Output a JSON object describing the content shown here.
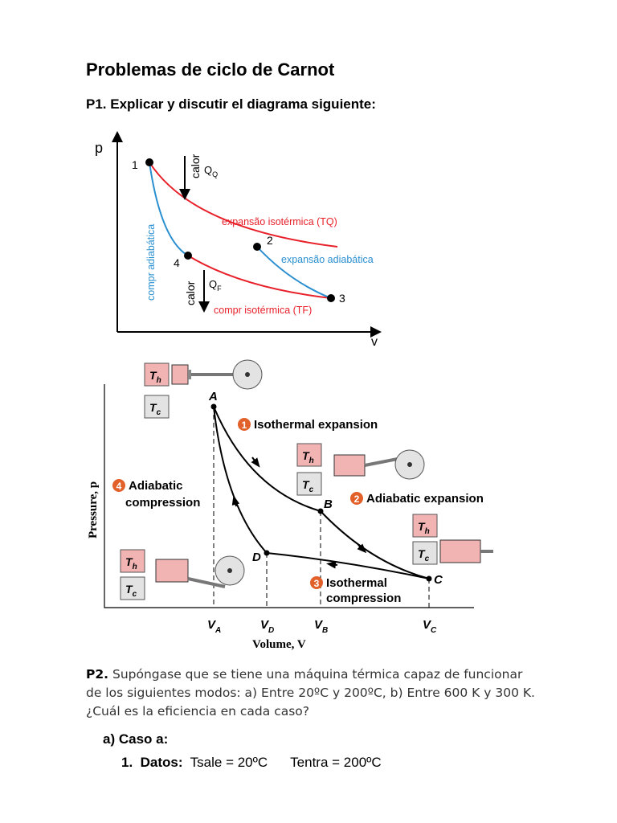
{
  "title": "Problemas de ciclo de Carnot",
  "p1": {
    "label": "P1. Explicar y discutir el diagrama siguiente:"
  },
  "diagram1": {
    "axis_p": "p",
    "axis_v": "v",
    "point_1": "1",
    "point_2": "2",
    "point_3": "3",
    "point_4": "4",
    "calor_top": "calor",
    "qq": "Q",
    "qq_sub": "Q",
    "calor_bottom": "calor",
    "qf": "Q",
    "qf_sub": "F",
    "iso_exp": "expansão isotérmica (TQ)",
    "adiab_exp": "expansão adiabática",
    "comp_adiab": "compr adiabática",
    "comp_iso": "compr isotérmica (TF)",
    "colors": {
      "isothermal": "#e8202a",
      "adiabatic": "#2a8fd0"
    }
  },
  "diagram2": {
    "point_a": "A",
    "point_b": "B",
    "point_c": "C",
    "point_d": "D",
    "th": "T",
    "th_sub": "h",
    "tc": "T",
    "tc_sub": "c",
    "step1_num": "1",
    "step1": "Isothermal expansion",
    "step2_num": "2",
    "step2": "Adiabatic expansion",
    "step3_num": "3",
    "step3a": "Isothermal",
    "step3b": "compression",
    "step4_num": "4",
    "step4a": "Adiabatic",
    "step4b": "compression",
    "ylabel": "Pressure, p",
    "xlabel": "Volume, V",
    "va": "V",
    "va_sub": "A",
    "vd": "V",
    "vd_sub": "D",
    "vb": "V",
    "vb_sub": "B",
    "vc": "V",
    "vc_sub": "C",
    "colors": {
      "badge": "#e2612a",
      "hot": "#f2b3b3",
      "cold": "#e3e3e3"
    }
  },
  "p2": {
    "label": "P2.",
    "text": " Supóngase que se tiene una máquina térmica capaz de funcionar de los siguientes modos: a) Entre 20ºC y 200ºC, b) Entre 600 K y 300 K. ¿Cuál es la eficiencia en cada caso?"
  },
  "caso_a": "a) Caso a:",
  "datos": {
    "label": "1.  Datos:",
    "tsale": "  Tsale = 20ºC",
    "tentra": "      Tentra = 200ºC"
  }
}
